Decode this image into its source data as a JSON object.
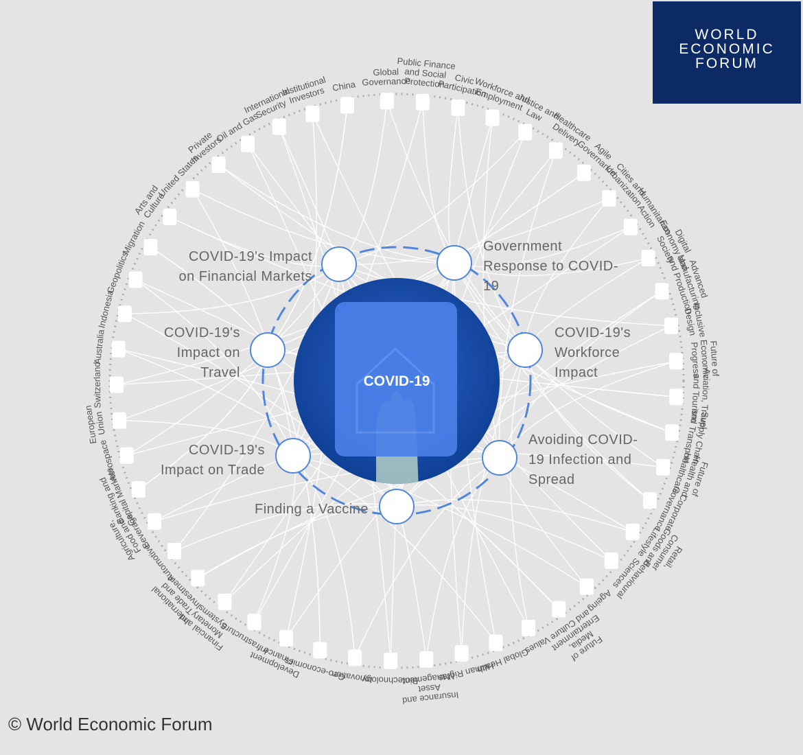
{
  "center": {
    "title": "COVID-19"
  },
  "logo": {
    "lines": [
      "WORLD",
      "ECONOMIC",
      "FORUM"
    ]
  },
  "copyright": "© World Economic Forum",
  "colors": {
    "background": "#e4e4e4",
    "center_dark": "#0b3d91",
    "center_light": "#3f74d6",
    "dash": "#4f86dc",
    "logo_bg": "#0c2a66"
  },
  "subtopics": [
    {
      "id": "financial",
      "lines": [
        "COVID-19's Impact",
        "on Financial Markets"
      ]
    },
    {
      "id": "government",
      "lines": [
        "Government",
        "Response to COVID-",
        "19"
      ]
    },
    {
      "id": "workforce",
      "lines": [
        "COVID-19's",
        "Workforce",
        "Impact"
      ]
    },
    {
      "id": "avoiding",
      "lines": [
        "Avoiding COVID-",
        "19 Infection and",
        "Spread"
      ]
    },
    {
      "id": "vaccine",
      "lines": [
        "Finding a Vaccine"
      ]
    },
    {
      "id": "trade",
      "lines": [
        "COVID-19's",
        "Impact on Trade"
      ]
    },
    {
      "id": "travel",
      "lines": [
        "COVID-19's",
        "Impact on",
        "Travel"
      ]
    }
  ],
  "topics": [
    [
      "Global",
      "Governance"
    ],
    [
      "Public Finance",
      "and Social",
      "Protection"
    ],
    [
      "Civic",
      "Participation"
    ],
    [
      "Workforce and",
      "Employment"
    ],
    [
      "Justice and",
      "Law"
    ],
    [
      "Healthcare",
      "Delivery"
    ],
    [
      "Agile",
      "Governance"
    ],
    [
      "Cities and",
      "Urbanization"
    ],
    [
      "Humanitarian",
      "Action"
    ],
    [
      "Digital",
      "Economy and",
      "Society"
    ],
    [
      "Advanced",
      "Manufacturing",
      "and Production"
    ],
    [
      "Inclusive",
      "Design"
    ],
    [
      "Future of",
      "Economic",
      "Progress"
    ],
    [
      "Aviation, Travel",
      "and Tourism"
    ],
    [
      "Supply Chain",
      "and Transport"
    ],
    [
      "Future of",
      "Health and",
      "Healthcare"
    ],
    [
      "Corporate",
      "Governance"
    ],
    [
      "Retail,",
      "Consumer",
      "Goods and",
      "Lifestyle"
    ],
    [
      "Behavioural",
      "Sciences"
    ],
    [
      "Ageing"
    ],
    [
      "Future of",
      "Media,",
      "Entertainment",
      "and Culture"
    ],
    [
      "Values"
    ],
    [
      "Global Health"
    ],
    [
      "Human Rights"
    ],
    [
      "Insurance and",
      "Asset",
      "Management"
    ],
    [
      "Biotechnology"
    ],
    [
      "Innovation"
    ],
    [
      "Geo-economics"
    ],
    [
      "Development",
      "Finance"
    ],
    [
      "Infrastructure"
    ],
    [
      "Financial and",
      "Monetary",
      "Systems"
    ],
    [
      "International",
      "Trade and",
      "Investment"
    ],
    [
      "Automotive"
    ],
    [
      "Agriculture,",
      "Food and",
      "Beverage"
    ],
    [
      "Banking and",
      "Capital Markets"
    ],
    [
      "Aerospace"
    ],
    [
      "European",
      "Union"
    ],
    [
      "Switzerland"
    ],
    [
      "Australia"
    ],
    [
      "Indonesia"
    ],
    [
      "Geopolitics"
    ],
    [
      "Migration"
    ],
    [
      "Arts and",
      "Culture"
    ],
    [
      "United States"
    ],
    [
      "Private",
      "Investors"
    ],
    [
      "Oil and Gas"
    ],
    [
      "International",
      "Security"
    ],
    [
      "Institutional",
      "Investors"
    ],
    [
      "China"
    ]
  ]
}
